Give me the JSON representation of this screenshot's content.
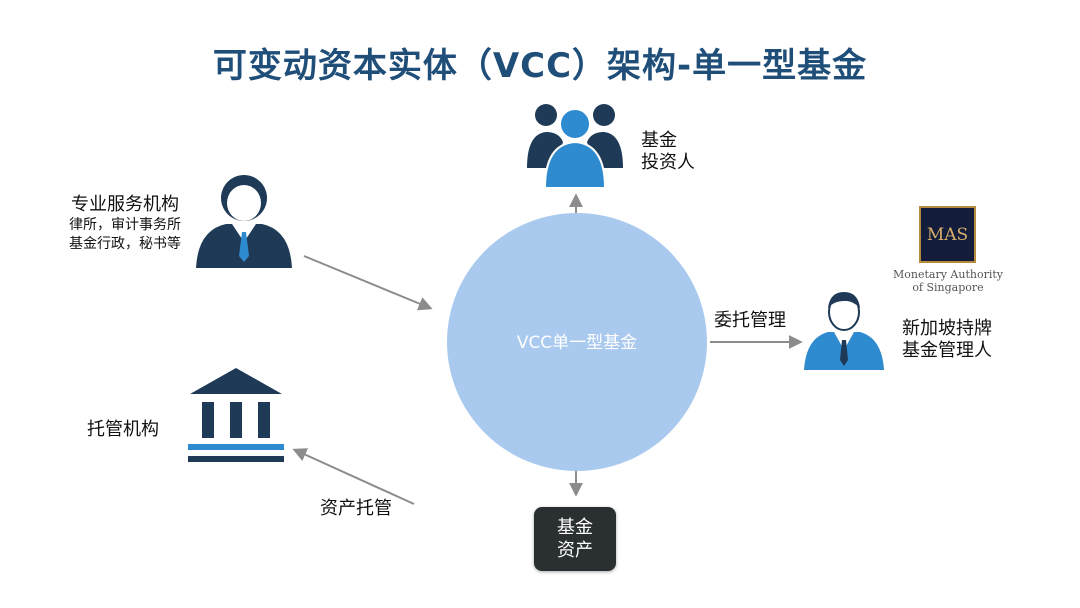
{
  "title": "可变动资本实体（VCC）架构-单一型基金",
  "center": {
    "label": "VCC单一型基金"
  },
  "investors": {
    "line1": "基金",
    "line2": "投资人"
  },
  "service_providers": {
    "heading": "专业服务机构",
    "line1": "律所，审计事务所",
    "line2": "基金行政，秘书等"
  },
  "custodian": {
    "label": "托管机构"
  },
  "asset_custody": {
    "label": "资产托管"
  },
  "fund_assets": {
    "line1": "基金",
    "line2": "资产"
  },
  "delegation": {
    "label": "委托管理"
  },
  "manager": {
    "line1": "新加坡持牌",
    "line2": "基金管理人"
  },
  "mas": {
    "logo_text": "MAS",
    "name_line1": "Monetary Authority",
    "name_line2": "of Singapore"
  },
  "colors": {
    "title": "#1f4e79",
    "circle": "#a9c9ef",
    "icon_dark": "#1e3a56",
    "icon_accent": "#2e8bd0",
    "arrow": "#8c8c8c"
  }
}
